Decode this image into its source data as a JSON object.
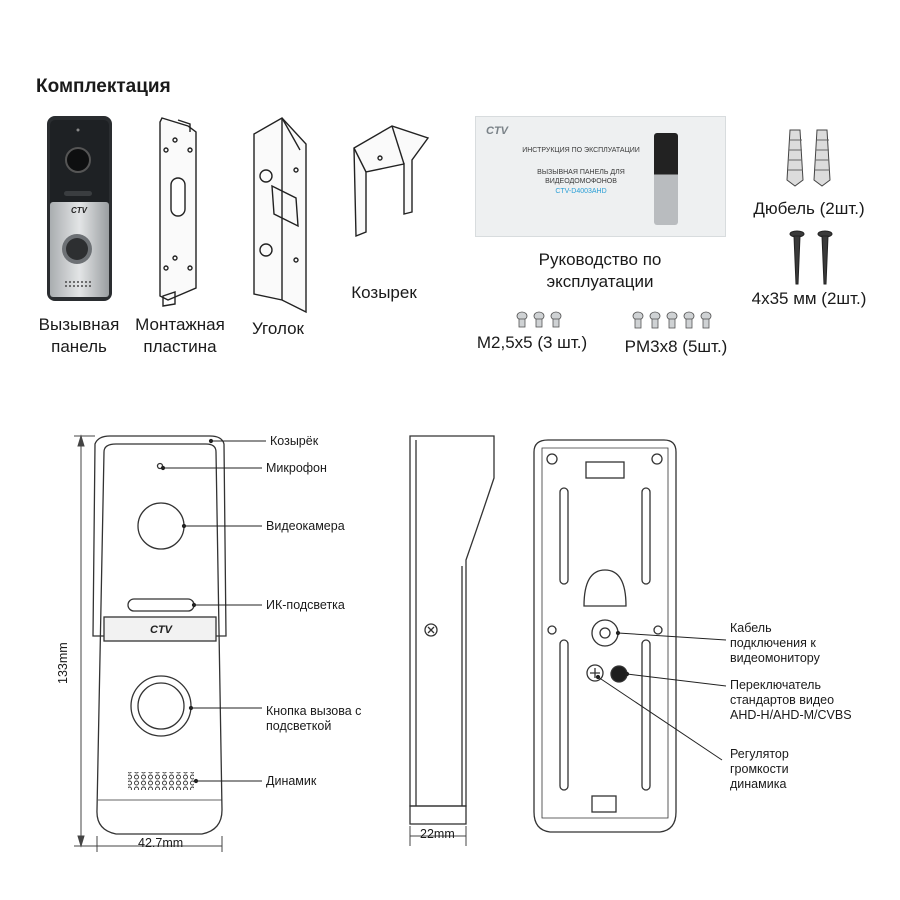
{
  "heading": "Комплектация",
  "kit": {
    "panel": "Вызывная\nпанель",
    "plate": "Монтажная\nпластина",
    "corner": "Уголок",
    "visor": "Козырек",
    "manual": "Руководство по\nэксплуатации",
    "dowel": "Дюбель (2шт.)",
    "screw_long": "4x35 мм (2шт.)",
    "screw_m25": "M2,5x5 (3 шт.)",
    "screw_pm3": "PM3x8 (5шт.)"
  },
  "manual_cover": {
    "logo": "CTV",
    "line1": "ИНСТРУКЦИЯ ПО ЭКСПЛУАТАЦИИ",
    "line2": "ВЫЗЫВНАЯ ПАНЕЛЬ ДЛЯ",
    "line3": "ВИДЕОДОМОФОНОВ",
    "model": "CTV-D4003AHD"
  },
  "front_callouts": {
    "visor": "Козырёк",
    "mic": "Микрофон",
    "camera": "Видеокамера",
    "ir": "ИК-подсветка",
    "call_button": "Кнопка вызова с\nподсветкой",
    "speaker": "Динамик"
  },
  "back_callouts": {
    "cable": "Кабель\nподключения к\nвидеомонитору",
    "switch": "Переключатель\nстандартов видео\nAHD-H/AHD-M/CVBS",
    "volume": "Регулятор\nгромкости\nдинамика"
  },
  "dimensions": {
    "height": "133mm",
    "width": "42.7mm",
    "depth": "22mm"
  },
  "logo_text": "CTV"
}
